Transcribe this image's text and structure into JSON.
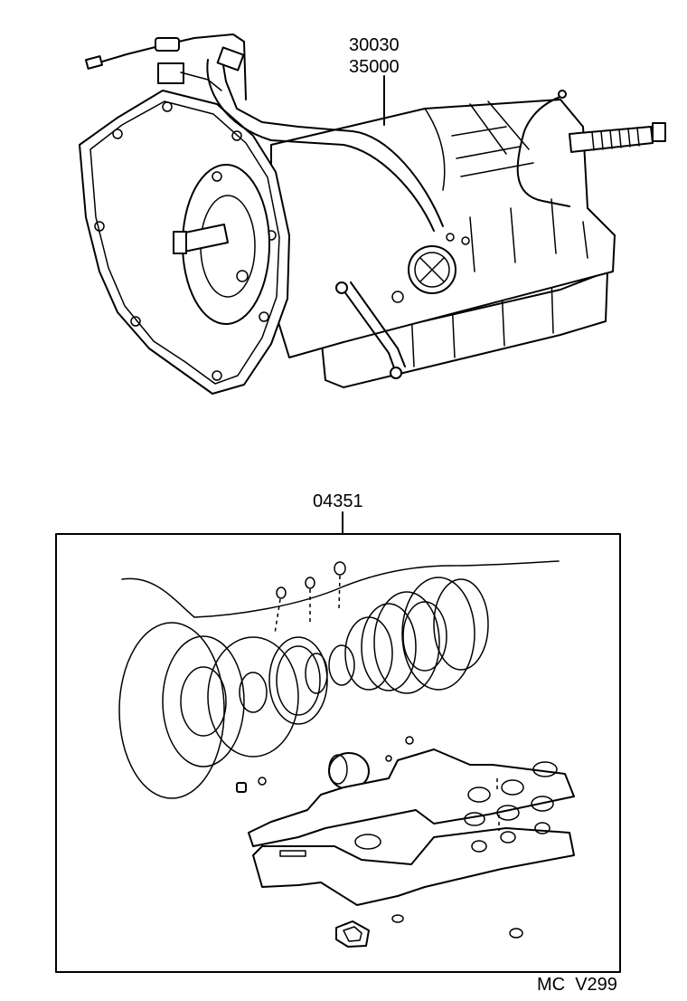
{
  "callouts": {
    "transmission_part_1": "30030",
    "transmission_part_2": "35000",
    "gasket_kit_part": "04351"
  },
  "footer": {
    "drawing_code": "MC  V299"
  }
}
